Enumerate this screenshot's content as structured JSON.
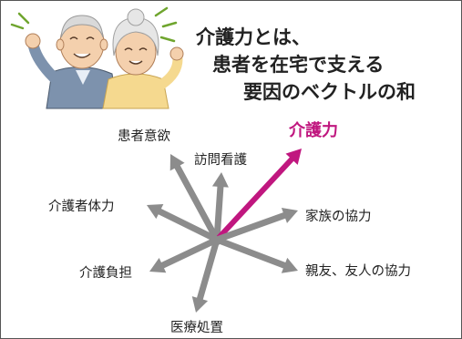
{
  "title": {
    "line1": "介護力とは、",
    "line2": "患者を在宅で支える",
    "line3": "要因のベクトルの和"
  },
  "illustration": {
    "icon": "elderly-couple-cheering-icon"
  },
  "vectors": [
    {
      "id": "kanja-iyoku",
      "label": "患者意欲"
    },
    {
      "id": "houmon-kango",
      "label": "訪問看護"
    },
    {
      "id": "kaigoryoku",
      "label": "介護力",
      "highlight": true
    },
    {
      "id": "kazoku",
      "label": "家族の協力"
    },
    {
      "id": "shinyuu",
      "label": "親友、友人の協力"
    },
    {
      "id": "iryou",
      "label": "医療処置"
    },
    {
      "id": "kaigo-futan",
      "label": "介護負担"
    },
    {
      "id": "kaigosha-tairyoku",
      "label": "介護者体力"
    }
  ],
  "colors": {
    "arrow": "#8c8c8c",
    "highlight": "#c0177f",
    "frame": "#555555"
  }
}
